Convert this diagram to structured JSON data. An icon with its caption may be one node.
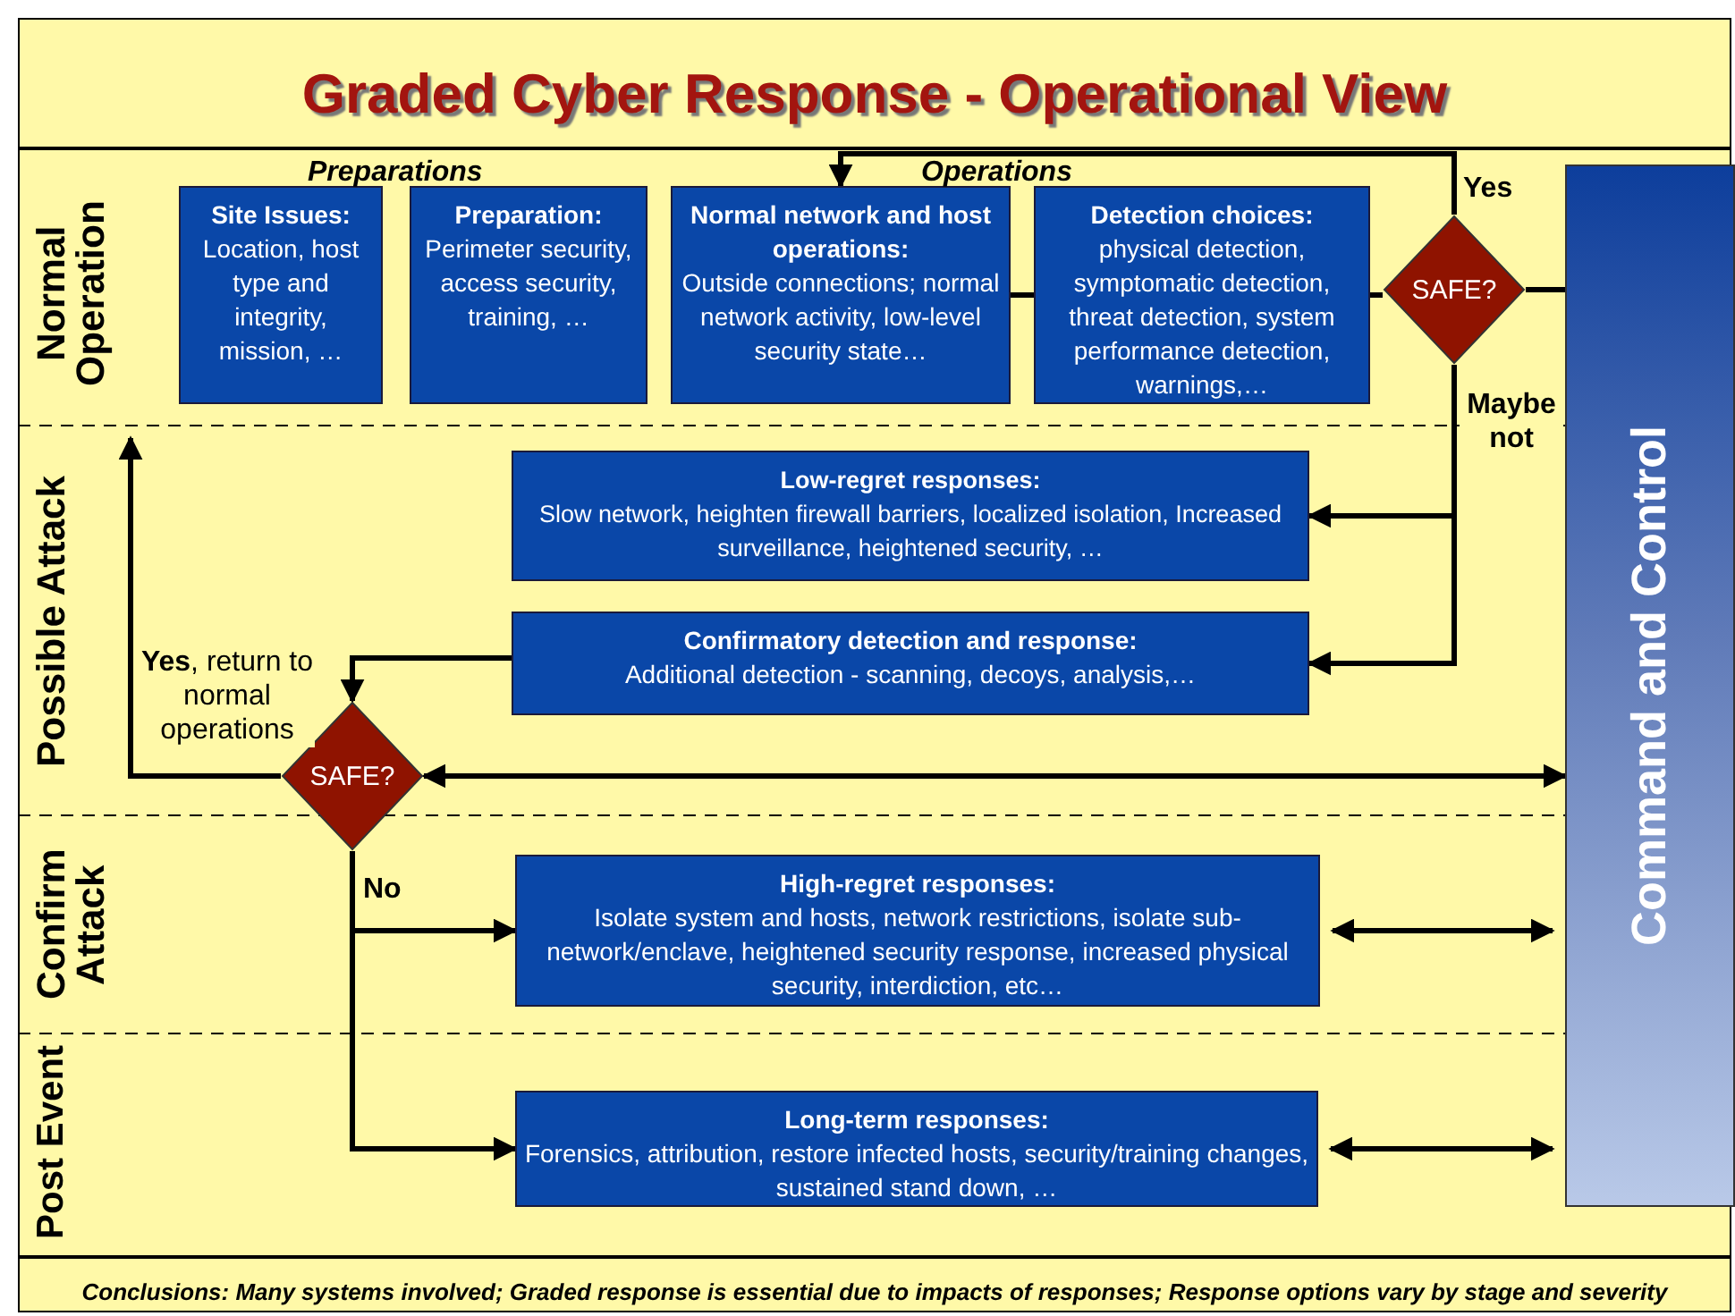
{
  "diagram": {
    "title": "Graded Cyber Response - Operational View",
    "caption": "Conclusions: Many systems involved; Graded response is essential due to impacts of responses; Response options vary by stage and severity",
    "nodes": [
      {
        "text": [
          "Site Issues:",
          "Location, host type and integrity, mission, …"
        ]
      },
      {
        "text": [
          "Preparation:",
          "Perimeter security, access security, training, …"
        ]
      },
      {
        "text": [
          "Normal network and host operations:",
          "Outside connections; normal network activity, low-level security state…"
        ]
      },
      {
        "text": [
          "Detection choices:",
          "physical detection, symptomatic detection, threat detection, system performance detection, warnings,…"
        ]
      },
      {
        "text": [
          "SAFE?"
        ]
      },
      {
        "text": [
          "Command and Control"
        ]
      },
      {
        "text": [
          "Low-regret responses:",
          "Slow network, heighten firewall barriers, localized isolation, Increased surveillance, heightened security, …"
        ]
      },
      {
        "text": [
          "Confirmatory detection and response:",
          "Additional detection - scanning, decoys, analysis,…"
        ]
      },
      {
        "text": [
          "SAFE?"
        ]
      },
      {
        "text": [
          "High-regret responses:",
          "Isolate system and hosts, network restrictions, isolate sub-network/enclave, heightened security response, increased physical security, interdiction, etc…"
        ]
      },
      {
        "text": [
          "Long-term responses:",
          "Forensics, attribution, restore infected hosts, security/training changes, sustained stand down, …"
        ]
      }
    ],
    "edges": [
      {
        "from": 2,
        "to": 3,
        "arrow": "none"
      },
      {
        "from": 3,
        "to": 4,
        "arrow": "none"
      },
      {
        "from": 4,
        "to": 5,
        "arrow": "none"
      },
      {
        "from": 4,
        "to": 2,
        "arrow": "to",
        "label": "Yes"
      },
      {
        "from": 4,
        "to": 6,
        "arrow": "to",
        "label": "Maybe not"
      },
      {
        "from": 4,
        "to": 7,
        "arrow": "to"
      },
      {
        "from": 7,
        "to": 8,
        "arrow": "to"
      },
      {
        "from": 8,
        "to": 5,
        "arrow": "both"
      },
      {
        "from": 8,
        "to": null,
        "arrow": "to",
        "label": "**Yes**, return to normal operations"
      },
      {
        "from": 8,
        "to": 9,
        "arrow": "to",
        "label": "No"
      },
      {
        "from": 8,
        "to": 10,
        "arrow": "to"
      },
      {
        "from": 9,
        "to": 5,
        "arrow": "both"
      },
      {
        "from": 10,
        "to": 5,
        "arrow": "both"
      }
    ],
    "labels": [
      "Normal Operation",
      "Possible Attack",
      "Confirm Attack",
      "Post Event",
      "Preparations",
      "Operations"
    ]
  }
}
